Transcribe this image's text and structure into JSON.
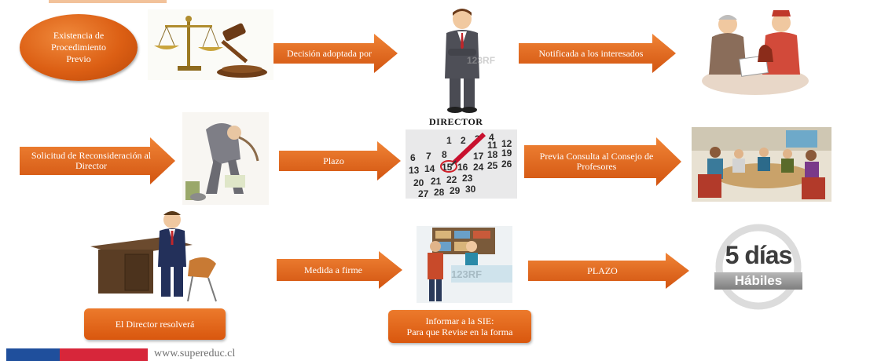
{
  "nodes": {
    "existencia": "Existencia de Procedimiento Previo",
    "director_label": "DIRECTOR",
    "resolvera": "El Director resolverá",
    "sie_line1": "Informar a la SIE:",
    "sie_line2": "Para que Revise en la forma"
  },
  "arrows": {
    "decision": "Decisión adoptada por",
    "notificada": "Notificada a los interesados",
    "solicitud": "Solicitud  de Reconsideración al Director",
    "plazo1": "Plazo",
    "previa": "Previa Consulta al Consejo de Profesores",
    "medida": "Medida a firme",
    "plazo2": "PLAZO"
  },
  "calendar": {
    "numbers": [
      "1",
      "2",
      "3",
      "4",
      "11",
      "12",
      "6",
      "7",
      "8",
      "17",
      "18",
      "19",
      "13",
      "14",
      "15",
      "16",
      "24",
      "25",
      "26",
      "20",
      "21",
      "22",
      "23",
      "27",
      "28",
      "29",
      "30"
    ]
  },
  "watermark": "123RF",
  "badge": {
    "big": "5 días",
    "small": "Hábiles"
  },
  "footer": {
    "url": "www.supereduc.cl"
  },
  "colors": {
    "orange": "#e0620f",
    "footer_blue": "#1f4f9c",
    "footer_red": "#d7263a"
  }
}
